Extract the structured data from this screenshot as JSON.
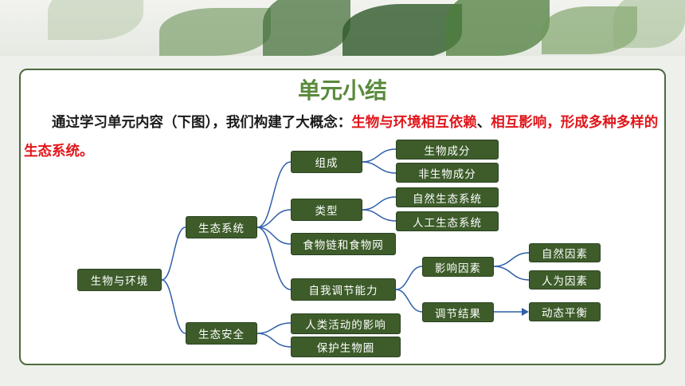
{
  "title": "单元小结",
  "intro": {
    "prefix": "通过学习单元内容（下图），我们构建了大概念：",
    "highlight1": "生物与环境相互依赖",
    "separator": "、",
    "highlight2": "相互影响，形成多种多样的生态系统。"
  },
  "mindmap": {
    "root": "生物与环境",
    "ecosystem": "生态系统",
    "ecosafety": "生态安全",
    "composition": "组成",
    "types": "类型",
    "foodchain": "食物链和食物网",
    "selfregulation": "自我调节能力",
    "biotic": "生物成分",
    "abiotic": "非生物成分",
    "natural_eco": "自然生态系统",
    "artificial_eco": "人工生态系统",
    "influence_factors": "影响因素",
    "natural_factors": "自然因素",
    "human_factors": "人为因素",
    "regulation_result": "调节结果",
    "dynamic_balance": "动态平衡",
    "human_impact": "人类活动的影响",
    "protect_biosphere": "保护生物圈"
  },
  "colors": {
    "node_fill": "#3d5c2a",
    "connector": "#2f5fa8",
    "title": "#5a8a3c",
    "highlight": "#e0161b"
  }
}
